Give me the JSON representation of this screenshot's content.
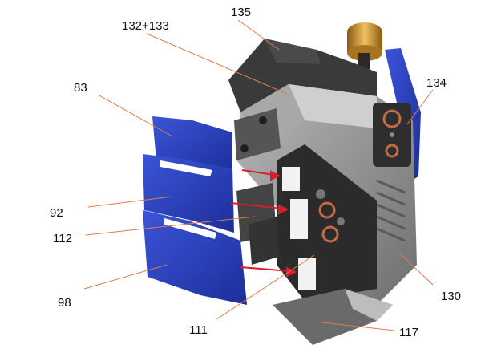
{
  "figure": {
    "labels": {
      "l_135": "135",
      "l_132_133": "132+133",
      "l_83": "83",
      "l_134": "134",
      "l_92": "92",
      "l_112": "112",
      "l_98": "98",
      "l_130": "130",
      "l_111": "111",
      "l_117": "117"
    },
    "colors": {
      "leader_line": "#e07a4a",
      "arrow": "#d81e2a",
      "pad_blue": "#2a3fb8",
      "body_gray": "#8c8c8c",
      "dark_body": "#3a3a3a",
      "brass": "#c8962a"
    }
  }
}
